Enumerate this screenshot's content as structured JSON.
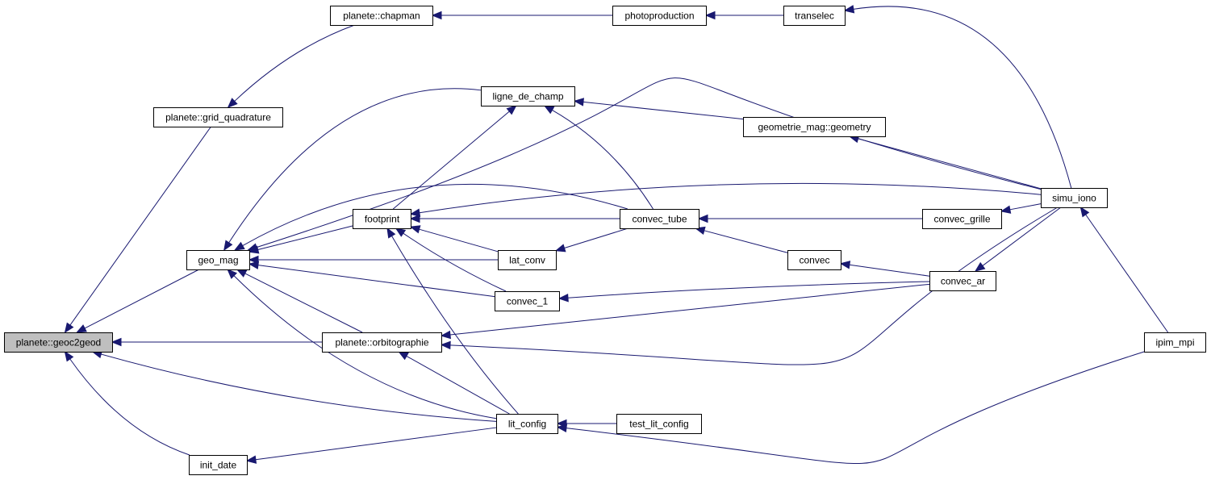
{
  "colors": {
    "edge": "#191970",
    "node_fill": "#ffffff",
    "node_highlight_fill": "#bfbfbf",
    "node_border": "#000000",
    "background": "#ffffff"
  },
  "nodes": [
    {
      "id": "geoc2geod",
      "label": "planete::geoc2geod",
      "highlight": true
    },
    {
      "id": "grid_quadrature",
      "label": "planete::grid_quadrature"
    },
    {
      "id": "chapman",
      "label": "planete::chapman"
    },
    {
      "id": "photoproduction",
      "label": "photoproduction"
    },
    {
      "id": "transelec",
      "label": "transelec"
    },
    {
      "id": "geo_mag",
      "label": "geo_mag"
    },
    {
      "id": "init_date",
      "label": "init_date"
    },
    {
      "id": "ligne_de_champ",
      "label": "ligne_de_champ"
    },
    {
      "id": "footprint",
      "label": "footprint"
    },
    {
      "id": "lat_conv",
      "label": "lat_conv"
    },
    {
      "id": "convec_1",
      "label": "convec_1"
    },
    {
      "id": "orbitographie",
      "label": "planete::orbitographie"
    },
    {
      "id": "lit_config",
      "label": "lit_config"
    },
    {
      "id": "convec_tube",
      "label": "convec_tube"
    },
    {
      "id": "geometry",
      "label": "geometrie_mag::geometry"
    },
    {
      "id": "convec",
      "label": "convec"
    },
    {
      "id": "test_lit_config",
      "label": "test_lit_config"
    },
    {
      "id": "convec_grille",
      "label": "convec_grille"
    },
    {
      "id": "convec_ar",
      "label": "convec_ar"
    },
    {
      "id": "simu_iono",
      "label": "simu_iono"
    },
    {
      "id": "ipim_mpi",
      "label": "ipim_mpi"
    }
  ],
  "edges": [
    {
      "from": "grid_quadrature",
      "to": "geoc2geod"
    },
    {
      "from": "geo_mag",
      "to": "geoc2geod"
    },
    {
      "from": "orbitographie",
      "to": "geoc2geod"
    },
    {
      "from": "lit_config",
      "to": "geoc2geod"
    },
    {
      "from": "init_date",
      "to": "geoc2geod"
    },
    {
      "from": "chapman",
      "to": "grid_quadrature"
    },
    {
      "from": "photoproduction",
      "to": "chapman"
    },
    {
      "from": "transelec",
      "to": "photoproduction"
    },
    {
      "from": "simu_iono",
      "to": "transelec"
    },
    {
      "from": "ligne_de_champ",
      "to": "geo_mag"
    },
    {
      "from": "simu_iono",
      "to": "geo_mag"
    },
    {
      "from": "convec_tube",
      "to": "geo_mag"
    },
    {
      "from": "footprint",
      "to": "geo_mag"
    },
    {
      "from": "lat_conv",
      "to": "geo_mag"
    },
    {
      "from": "convec_1",
      "to": "geo_mag"
    },
    {
      "from": "orbitographie",
      "to": "geo_mag"
    },
    {
      "from": "lit_config",
      "to": "geo_mag"
    },
    {
      "from": "lit_config",
      "to": "init_date"
    },
    {
      "from": "footprint",
      "to": "ligne_de_champ"
    },
    {
      "from": "geometry",
      "to": "ligne_de_champ"
    },
    {
      "from": "convec_tube",
      "to": "ligne_de_champ"
    },
    {
      "from": "simu_iono",
      "to": "footprint"
    },
    {
      "from": "convec_tube",
      "to": "footprint"
    },
    {
      "from": "lat_conv",
      "to": "footprint"
    },
    {
      "from": "convec_1",
      "to": "footprint"
    },
    {
      "from": "lit_config",
      "to": "footprint"
    },
    {
      "from": "convec_tube",
      "to": "lat_conv"
    },
    {
      "from": "convec_ar",
      "to": "convec_1"
    },
    {
      "from": "convec_ar",
      "to": "orbitographie"
    },
    {
      "from": "simu_iono",
      "to": "orbitographie"
    },
    {
      "from": "lit_config",
      "to": "orbitographie"
    },
    {
      "from": "test_lit_config",
      "to": "lit_config"
    },
    {
      "from": "ipim_mpi",
      "to": "lit_config"
    },
    {
      "from": "simu_iono",
      "to": "geometry"
    },
    {
      "from": "convec_grille",
      "to": "convec_tube"
    },
    {
      "from": "convec",
      "to": "convec_tube"
    },
    {
      "from": "convec_ar",
      "to": "convec"
    },
    {
      "from": "simu_iono",
      "to": "convec_grille"
    },
    {
      "from": "simu_iono",
      "to": "convec_ar"
    },
    {
      "from": "ipim_mpi",
      "to": "simu_iono"
    }
  ]
}
